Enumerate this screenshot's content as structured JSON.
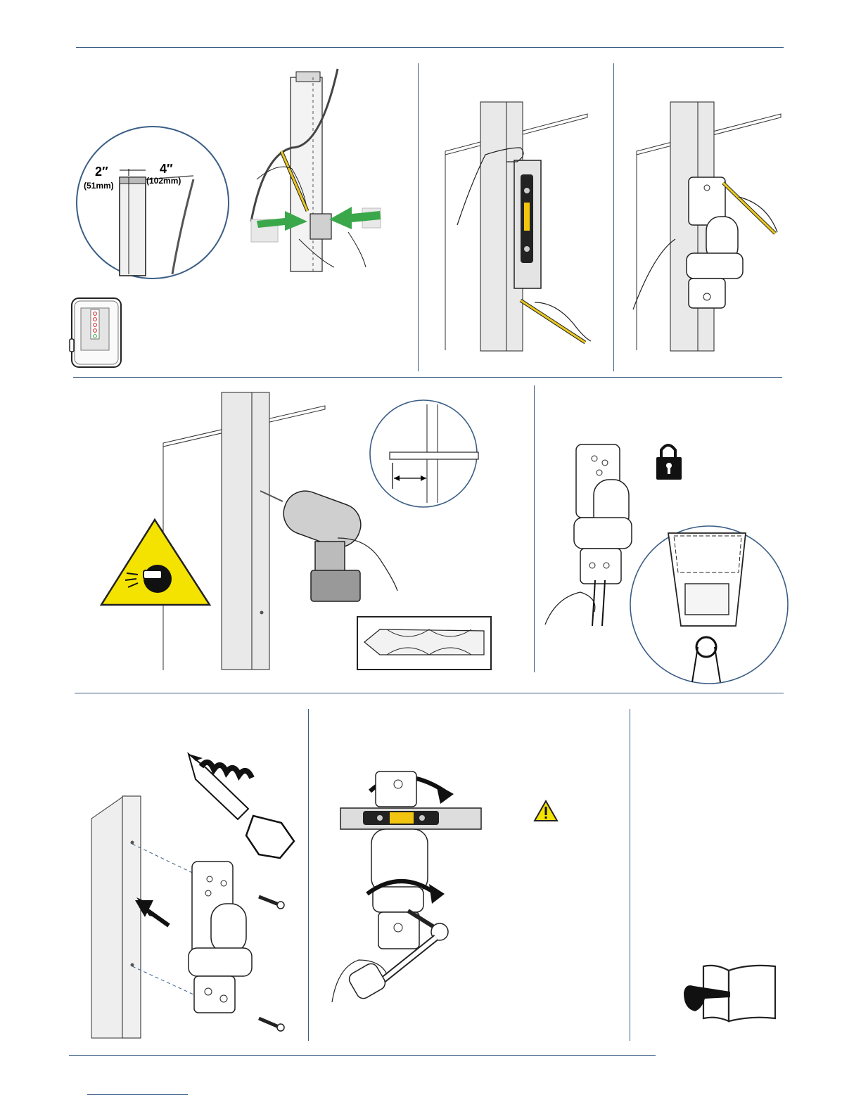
{
  "page": {
    "colors": {
      "rule": "#3b5e86",
      "accent_green": "#3aa84a",
      "warning_yellow": "#f4e300",
      "pencil_yellow": "#e8c620"
    },
    "stud_dimensions": {
      "width_in": "2″",
      "width_mm": "(51mm)",
      "depth_in": "4″",
      "depth_mm": "(102mm)"
    },
    "icons": [
      "stud-finder-icon",
      "safety-glasses-warning-icon",
      "padlock-icon",
      "caution-triangle-icon",
      "manual-reference-icon"
    ]
  }
}
